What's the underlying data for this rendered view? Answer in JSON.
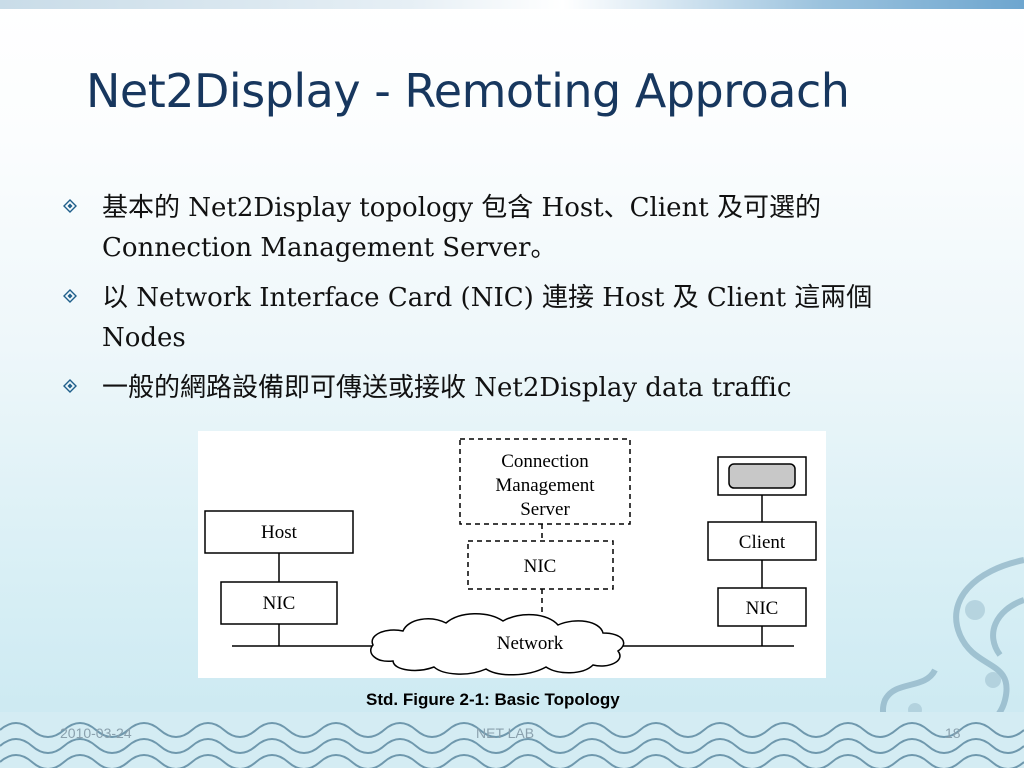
{
  "slide": {
    "title": "Net2Display - Remoting Approach",
    "bullets": [
      {
        "text": "基本的 Net2Display topology 包含 Host、Client 及可選的 Connection Management Server。"
      },
      {
        "text": "以 Network Interface Card (NIC) 連接 Host 及 Client 這兩個 Nodes"
      },
      {
        "text": "一般的網路設備即可傳送或接收 Net2Display data traffic"
      }
    ],
    "diagram": {
      "cms_lines": [
        "Connection",
        "Management",
        "Server"
      ],
      "cms_nic": "NIC",
      "host": "Host",
      "host_nic": "NIC",
      "client": "Client",
      "client_nic": "NIC",
      "network": "Network"
    },
    "caption": "Std. Figure 2-1: Basic Topology",
    "footer": {
      "date": "2010-03-24",
      "center": "NET LAB",
      "page": "18"
    },
    "colors": {
      "title": "#17375e",
      "bullet_icon": "#1f5f8b",
      "background_bottom": "#c9e8f1"
    },
    "icons": {
      "bullet": "diamond-bullet-icon"
    }
  }
}
